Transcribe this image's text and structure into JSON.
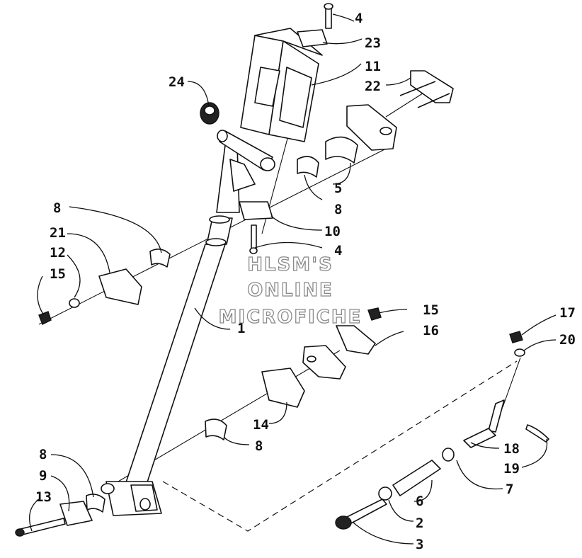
{
  "watermark": {
    "line1": "HLSM'S",
    "line2": "ONLINE",
    "line3": "MICROFICHE"
  },
  "callouts": [
    {
      "id": "c4a",
      "text": "4"
    },
    {
      "id": "c23",
      "text": "23"
    },
    {
      "id": "c11",
      "text": "11"
    },
    {
      "id": "c22",
      "text": "22"
    },
    {
      "id": "c24",
      "text": "24"
    },
    {
      "id": "c5",
      "text": "5"
    },
    {
      "id": "c8a",
      "text": "8"
    },
    {
      "id": "c10",
      "text": "10"
    },
    {
      "id": "c4b",
      "text": "4"
    },
    {
      "id": "c8b",
      "text": "8"
    },
    {
      "id": "c21",
      "text": "21"
    },
    {
      "id": "c12",
      "text": "12"
    },
    {
      "id": "c15a",
      "text": "15"
    },
    {
      "id": "c1",
      "text": "1"
    },
    {
      "id": "c15b",
      "text": "15"
    },
    {
      "id": "c16",
      "text": "16"
    },
    {
      "id": "c17",
      "text": "17"
    },
    {
      "id": "c20",
      "text": "20"
    },
    {
      "id": "c14",
      "text": "14"
    },
    {
      "id": "c8c",
      "text": "8"
    },
    {
      "id": "c18",
      "text": "18"
    },
    {
      "id": "c19",
      "text": "19"
    },
    {
      "id": "c8d",
      "text": "8"
    },
    {
      "id": "c9",
      "text": "9"
    },
    {
      "id": "c13",
      "text": "13"
    },
    {
      "id": "c6",
      "text": "6"
    },
    {
      "id": "c7",
      "text": "7"
    },
    {
      "id": "c2",
      "text": "2"
    },
    {
      "id": "c3",
      "text": "3"
    }
  ]
}
